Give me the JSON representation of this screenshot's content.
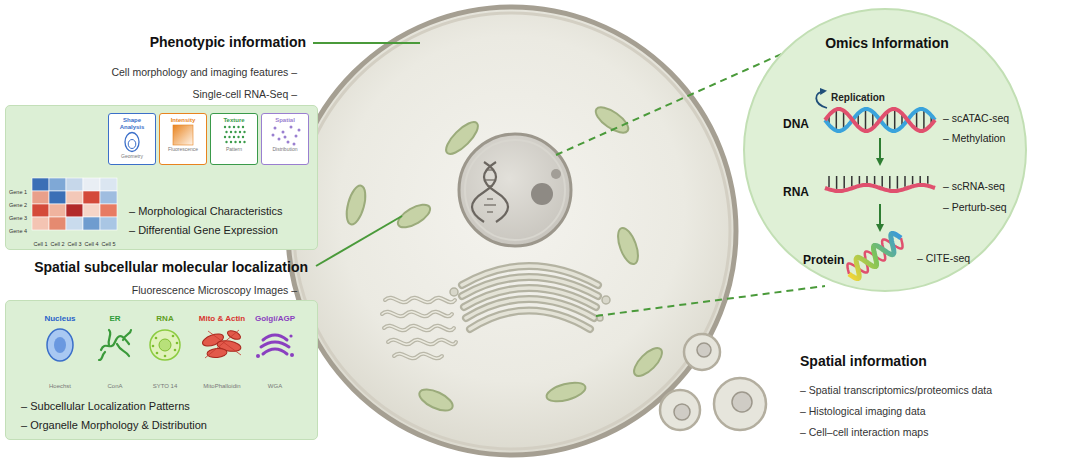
{
  "diagram": {
    "nodes": [
      {
        "text": [
          "– Morphological Characteristics",
          "– Differential Gene Expression"
        ]
      },
      {
        "text": [
          "Shape Analysis",
          "Geometry"
        ],
        "in": 0
      },
      {
        "text": [
          "Intensity",
          "Fluorescence"
        ],
        "in": 0
      },
      {
        "text": [
          "Texture",
          "Pattern"
        ],
        "in": 0
      },
      {
        "text": [
          "Spatial",
          "Distribution"
        ],
        "in": 0
      },
      {
        "text": [
          "– Subcellular Localization Patterns",
          "– Organelle Morphology & Distribution"
        ]
      },
      {
        "text": [
          "Omics Information",
          "Replication",
          "DNA",
          "– scATAC-seq",
          "– Methylation",
          "RNA",
          "– scRNA-seq",
          "– Perturb-seq",
          "Protein",
          "– CITE-seq"
        ]
      }
    ],
    "labels": [
      "Phenotypic information",
      "Cell morphology and imaging features –",
      "Single-cell RNA-Seq –",
      "Gene 1",
      "Gene 2",
      "Gene 3",
      "Gene 4",
      "Cell 1",
      "Cell 2",
      "Cell 3",
      "Cell 4",
      "Cell 5",
      "Spatial subcellular molecular localization",
      "Fluorescence Microscopy Images –",
      "Nucleus",
      "ER",
      "RNA",
      "Mito & Actin",
      "Golgi/AGP",
      "Hoechst",
      "ConA",
      "SYTO 14",
      "MitoPhalloidin",
      "WGA",
      "Spatial information",
      "– Spatial transcriptomics/proteomics data",
      "– Histological imaging data",
      "– Cell–cell interaction maps"
    ]
  }
}
